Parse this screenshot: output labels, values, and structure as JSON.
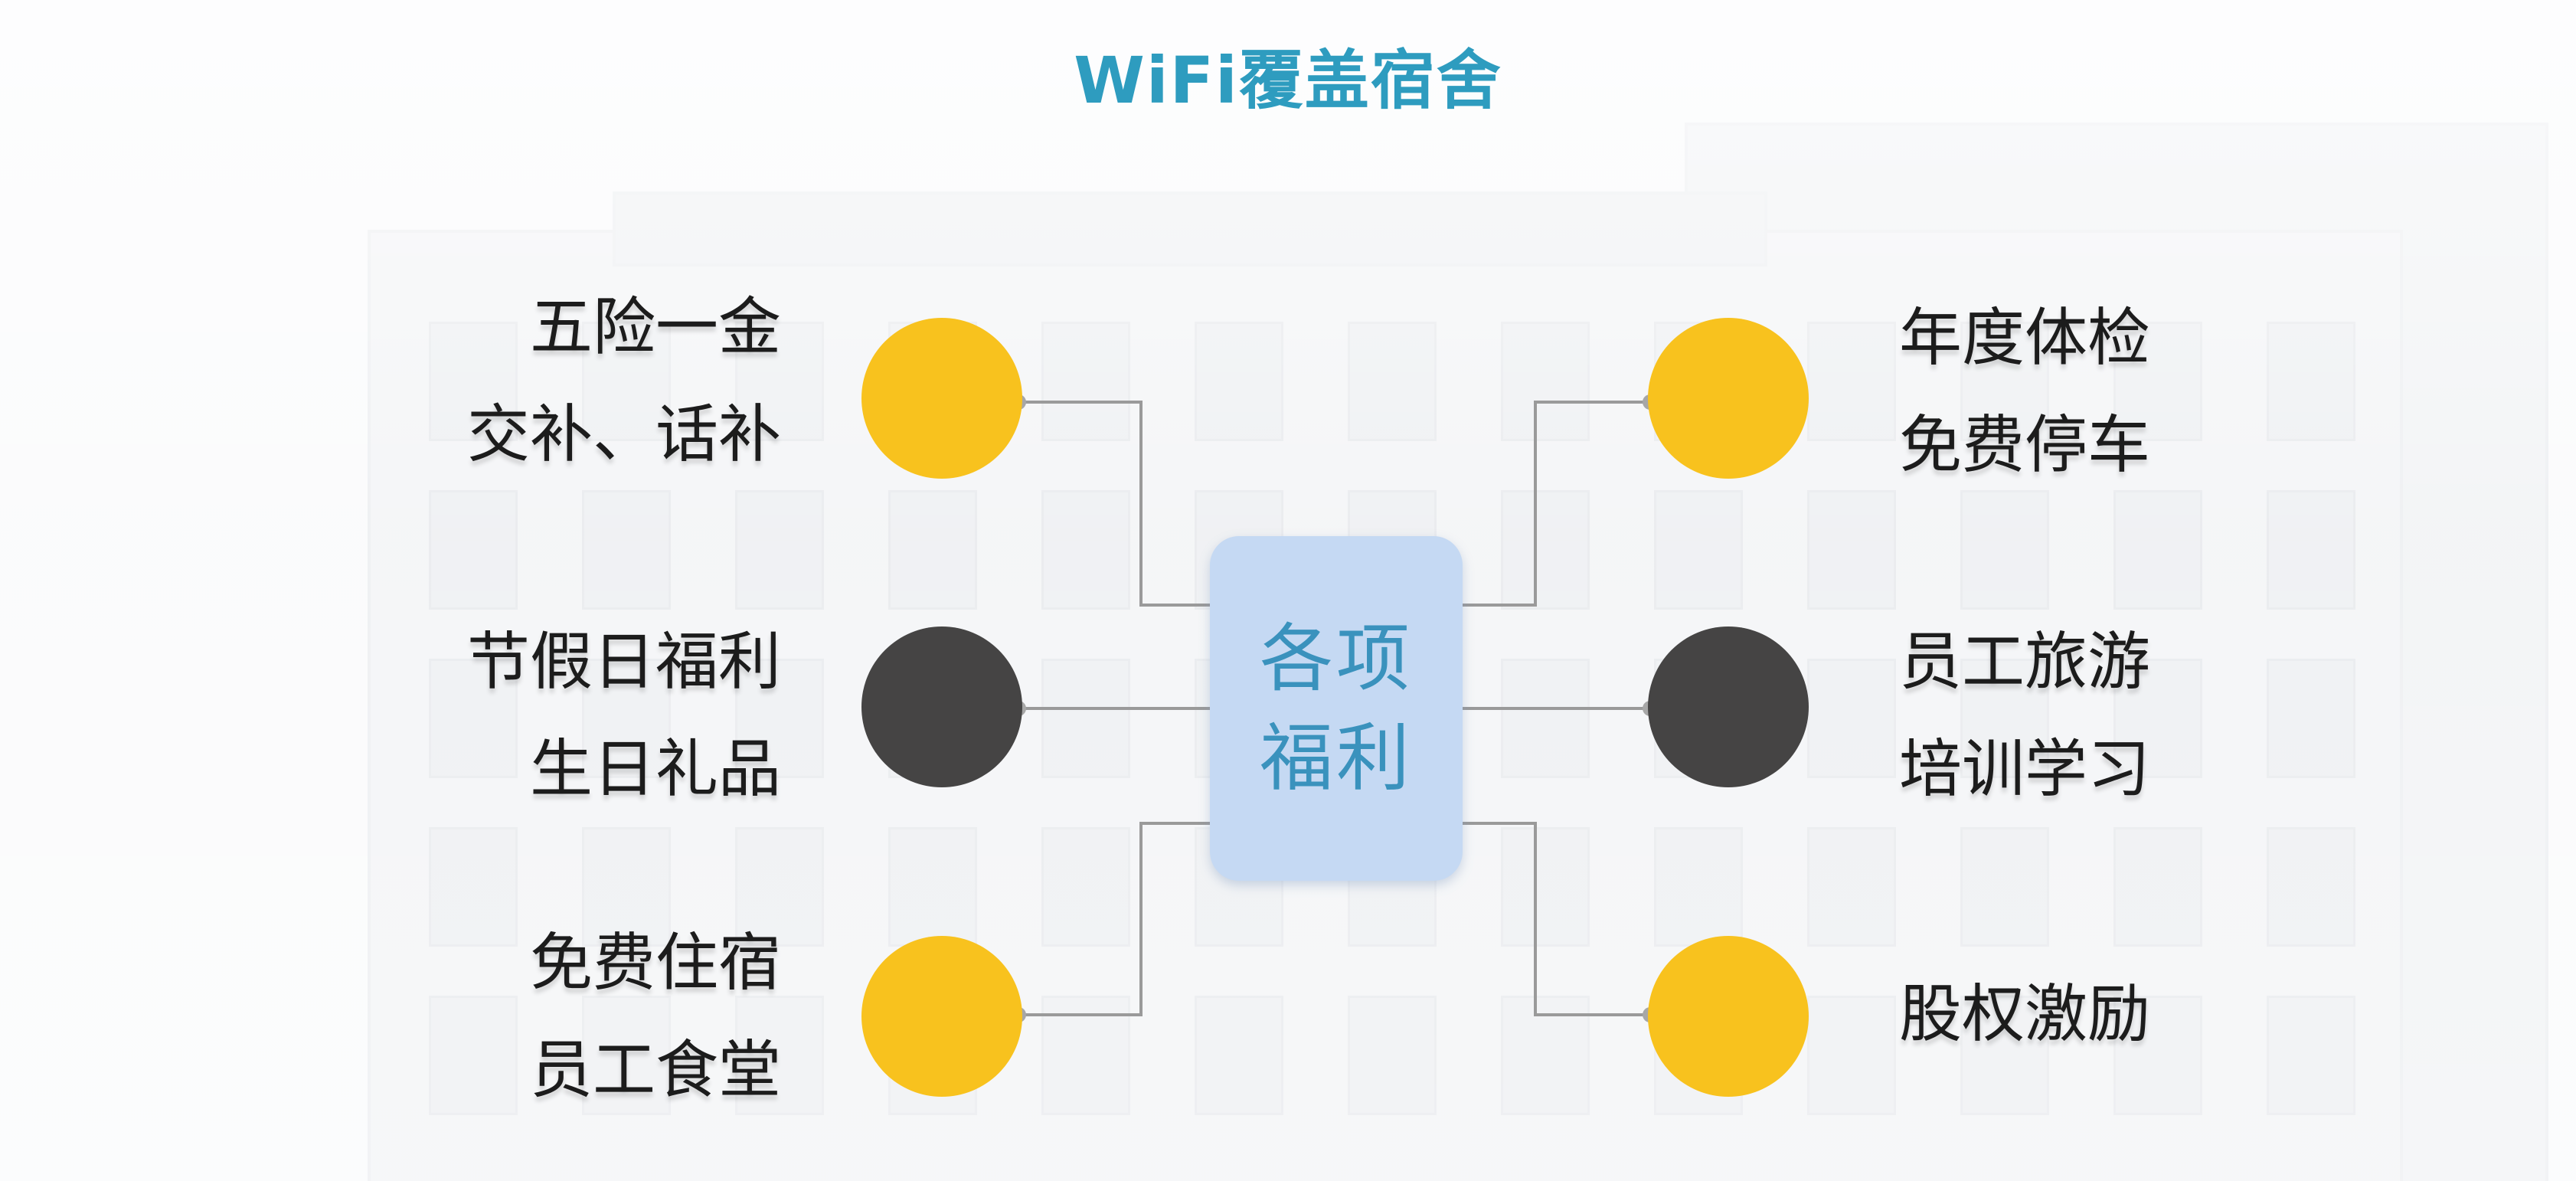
{
  "title": "WiFi覆盖宿舍",
  "hub": {
    "line1": "各项",
    "line2": "福利"
  },
  "colors": {
    "accent_yellow": "#f8c21e",
    "accent_dark": "#454444",
    "hub_fill": "#c5d9f3",
    "title_blue": "#2e9cbf"
  },
  "left_items": [
    {
      "lines": [
        "五险一金",
        "交补、话补"
      ],
      "dot": "yellow"
    },
    {
      "lines": [
        "节假日福利",
        "生日礼品"
      ],
      "dot": "dark"
    },
    {
      "lines": [
        "免费住宿",
        "员工食堂"
      ],
      "dot": "yellow"
    }
  ],
  "right_items": [
    {
      "lines": [
        "年度体检",
        "免费停车"
      ],
      "dot": "yellow"
    },
    {
      "lines": [
        "员工旅游",
        "培训学习"
      ],
      "dot": "dark"
    },
    {
      "lines": [
        "股权激励"
      ],
      "dot": "yellow"
    }
  ]
}
